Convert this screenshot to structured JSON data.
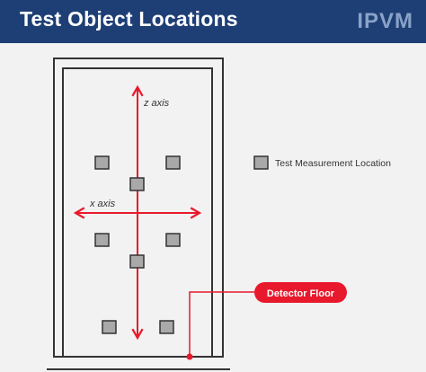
{
  "header": {
    "title": "Test Object Locations",
    "logo": "IPVM"
  },
  "labels": {
    "z_axis": "z axis",
    "x_axis": "x axis"
  },
  "legend": {
    "label": "Test Measurement Location"
  },
  "callout": {
    "label": "Detector Floor"
  },
  "colors": {
    "header_bg": "#1e3f75",
    "accent_red": "#e8192c",
    "square_fill": "#a9a9a9",
    "frame_stroke": "#333333"
  }
}
